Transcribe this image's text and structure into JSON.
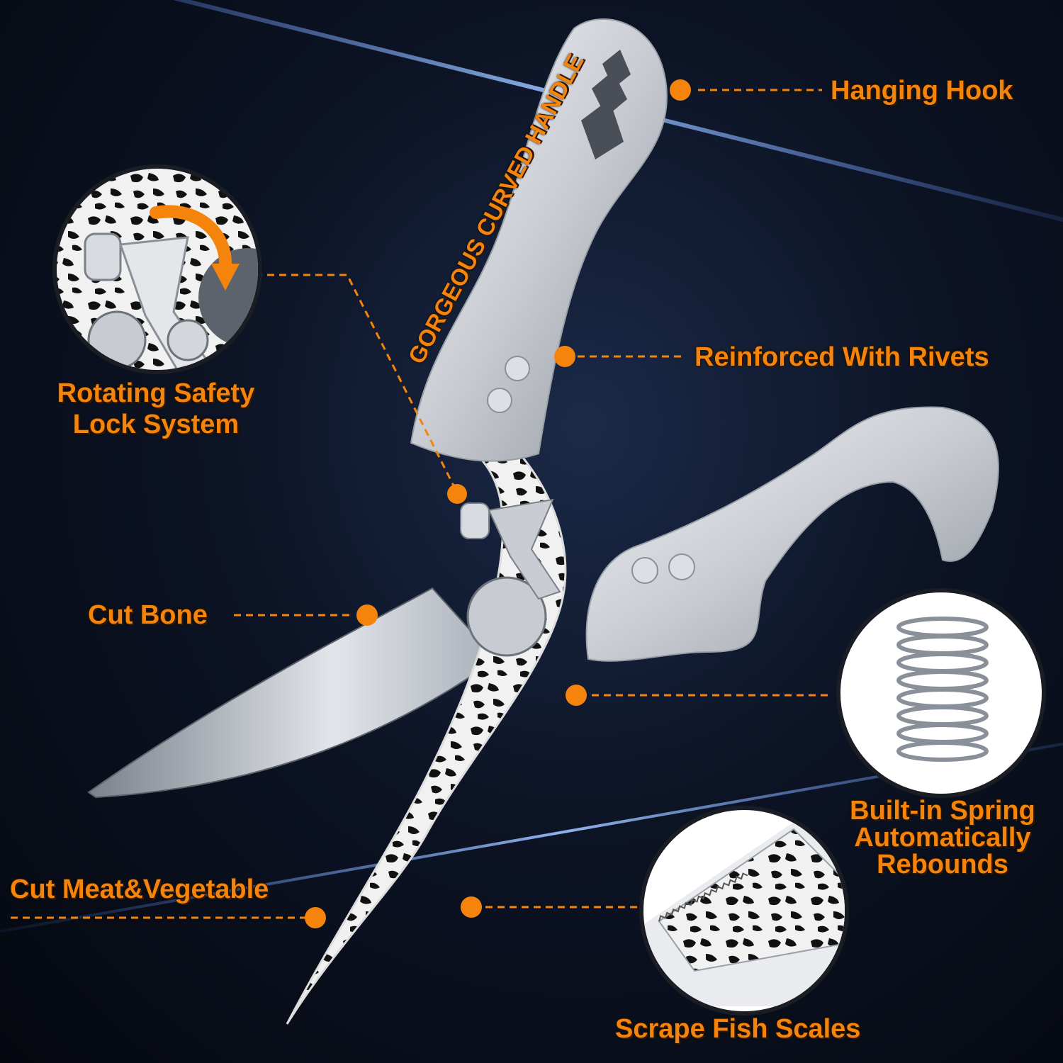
{
  "accent_color": "#f5840c",
  "background_color": "#0c1324",
  "handle_title": "GORGEOUS CURVED HANDLE",
  "callouts": {
    "hanging_hook": "Hanging Hook",
    "rivets": "Reinforced With Rivets",
    "safety_lock_line1": "Rotating Safety",
    "safety_lock_line2": "Lock System",
    "cut_bone": "Cut Bone",
    "spring_line1": "Built-in Spring",
    "spring_line2": "Automatically",
    "spring_line3": "Rebounds",
    "cut_meat": "Cut Meat&Vegetable",
    "scrape_fish": "Scrape Fish Scales"
  },
  "icons": {
    "safety_lock": "rotate-arrow-icon",
    "spring": "spring-icon",
    "fish_scale": "serrated-edge-icon"
  }
}
